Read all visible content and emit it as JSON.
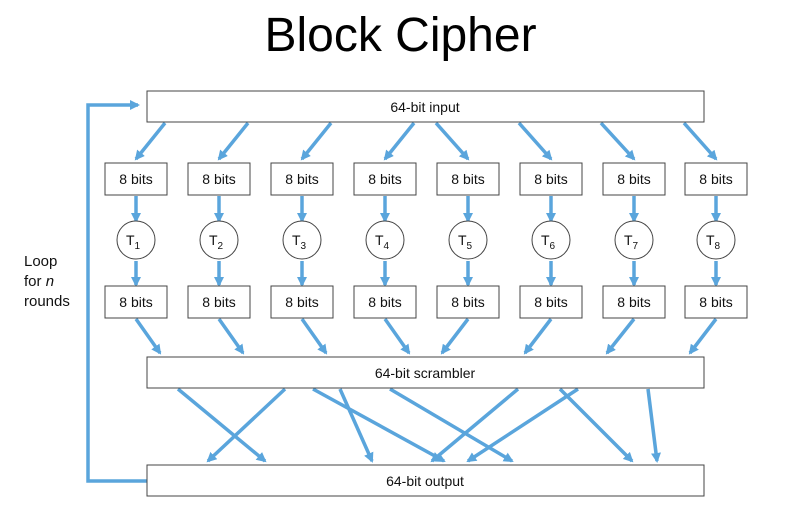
{
  "title": "Block Cipher",
  "input_label": "64-bit input",
  "scrambler_label": "64-bit scrambler",
  "output_label": "64-bit output",
  "chunk_label": "8 bits",
  "transform_prefix": "T",
  "transforms": [
    "1",
    "2",
    "3",
    "4",
    "5",
    "6",
    "7",
    "8"
  ],
  "loop": {
    "line1": "Loop",
    "line2_pre": "for ",
    "line2_var": "n",
    "line3": "rounds"
  },
  "colors": {
    "arrow": "#5aa5dc",
    "box_border": "#444444",
    "text": "#111111"
  }
}
